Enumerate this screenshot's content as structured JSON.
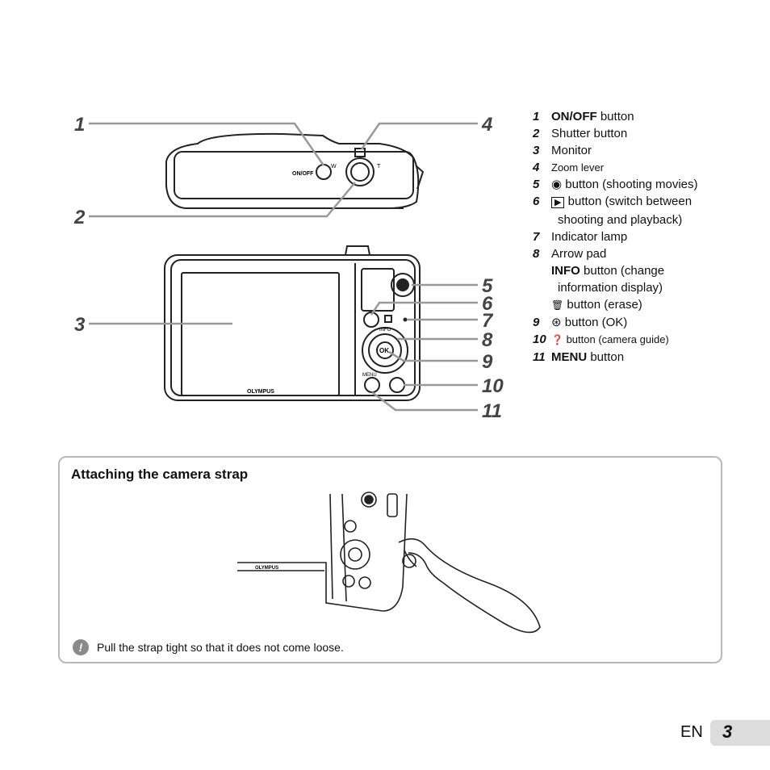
{
  "callouts": [
    "1",
    "2",
    "3",
    "4",
    "5",
    "6",
    "7",
    "8",
    "9",
    "10",
    "11"
  ],
  "camera": {
    "brand": "OLYMPUS",
    "onoff_label": "ON/OFF",
    "menu_label": "MENU",
    "info_label": "INFO",
    "ok_label": "OK"
  },
  "parts": [
    {
      "num": "1",
      "bold": "ON/OFF",
      "text": " button"
    },
    {
      "num": "2",
      "text": "Shutter button"
    },
    {
      "num": "3",
      "text": "Monitor"
    },
    {
      "num": "4",
      "text": "Zoom lever"
    },
    {
      "num": "5",
      "symbol": "◉",
      "text": " button (shooting movies)"
    },
    {
      "num": "6",
      "symbol": "▶",
      "text": " button (switch between",
      "cont": "shooting and playback)"
    },
    {
      "num": "7",
      "text": "Indicator lamp"
    },
    {
      "num": "8",
      "text": "Arrow pad",
      "sub1_bold": "INFO",
      "sub1_text": " button (change",
      "sub1_cont": "information display)",
      "sub2_symbol": "🗑",
      "sub2_text": " button (erase)"
    },
    {
      "num": "9",
      "symbol": "⊛",
      "text": " button (OK)"
    },
    {
      "num": "10",
      "symbol": "❓",
      "text": " button (camera guide)"
    },
    {
      "num": "11",
      "bold": "MENU",
      "text": " button"
    }
  ],
  "strap": {
    "title": "Attaching the camera strap",
    "note": "Pull the strap tight so that it does not come loose."
  },
  "footer": {
    "lang": "EN",
    "page": "3"
  }
}
